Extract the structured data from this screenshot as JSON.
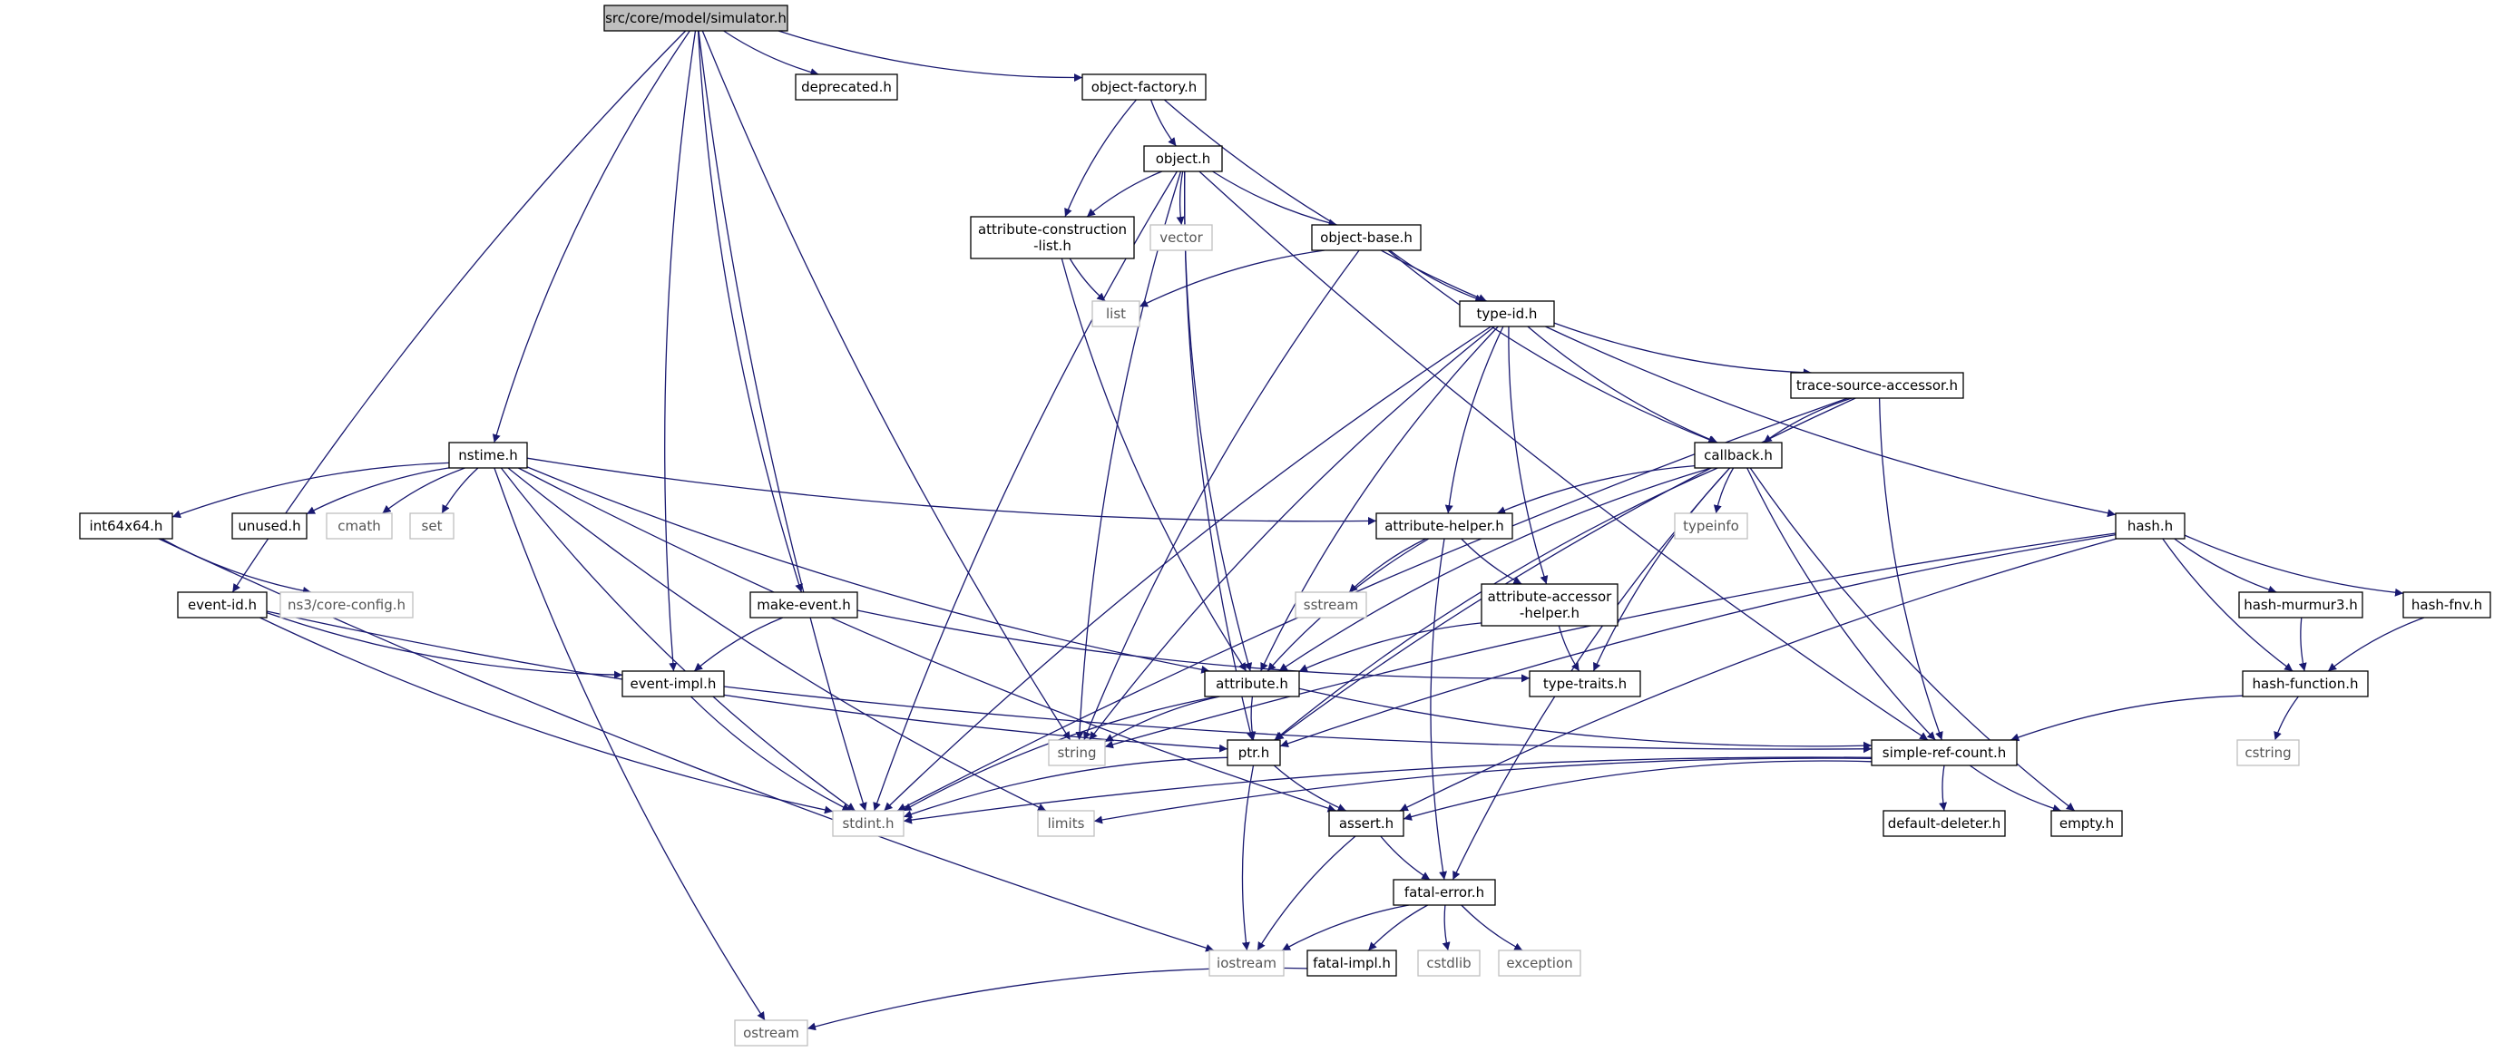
{
  "diagram": {
    "nodes": [
      {
        "id": "simulator",
        "label": "src/core/model/simulator.h",
        "kind": "root"
      },
      {
        "id": "deprecated",
        "label": "deprecated.h",
        "kind": "file"
      },
      {
        "id": "objectfactory",
        "label": "object-factory.h",
        "kind": "file"
      },
      {
        "id": "object",
        "label": "object.h",
        "kind": "file"
      },
      {
        "id": "attrconst",
        "label": "attribute-construction\n-list.h",
        "kind": "file"
      },
      {
        "id": "vector",
        "label": "vector",
        "kind": "std"
      },
      {
        "id": "objectbase",
        "label": "object-base.h",
        "kind": "file"
      },
      {
        "id": "list",
        "label": "list",
        "kind": "std"
      },
      {
        "id": "typeid",
        "label": "type-id.h",
        "kind": "file"
      },
      {
        "id": "tsa",
        "label": "trace-source-accessor.h",
        "kind": "file"
      },
      {
        "id": "nstime",
        "label": "nstime.h",
        "kind": "file"
      },
      {
        "id": "callback",
        "label": "callback.h",
        "kind": "file"
      },
      {
        "id": "hash",
        "label": "hash.h",
        "kind": "file"
      },
      {
        "id": "int64x64",
        "label": "int64x64.h",
        "kind": "file"
      },
      {
        "id": "unused",
        "label": "unused.h",
        "kind": "file"
      },
      {
        "id": "cmath",
        "label": "cmath",
        "kind": "std"
      },
      {
        "id": "set",
        "label": "set",
        "kind": "std"
      },
      {
        "id": "attrhelper",
        "label": "attribute-helper.h",
        "kind": "file"
      },
      {
        "id": "typeinfo",
        "label": "typeinfo",
        "kind": "std"
      },
      {
        "id": "eventid",
        "label": "event-id.h",
        "kind": "file"
      },
      {
        "id": "ns3config",
        "label": "ns3/core-config.h",
        "kind": "std"
      },
      {
        "id": "makeevent",
        "label": "make-event.h",
        "kind": "file"
      },
      {
        "id": "sstream",
        "label": "sstream",
        "kind": "std"
      },
      {
        "id": "attracc",
        "label": "attribute-accessor\n-helper.h",
        "kind": "file"
      },
      {
        "id": "hashmurmur",
        "label": "hash-murmur3.h",
        "kind": "file"
      },
      {
        "id": "hashfnv",
        "label": "hash-fnv.h",
        "kind": "file"
      },
      {
        "id": "eventimpl",
        "label": "event-impl.h",
        "kind": "file"
      },
      {
        "id": "attribute",
        "label": "attribute.h",
        "kind": "file"
      },
      {
        "id": "typetraits",
        "label": "type-traits.h",
        "kind": "file"
      },
      {
        "id": "hashfunc",
        "label": "hash-function.h",
        "kind": "file"
      },
      {
        "id": "string",
        "label": "string",
        "kind": "std"
      },
      {
        "id": "ptr",
        "label": "ptr.h",
        "kind": "file"
      },
      {
        "id": "srcount",
        "label": "simple-ref-count.h",
        "kind": "file"
      },
      {
        "id": "cstring",
        "label": "cstring",
        "kind": "std"
      },
      {
        "id": "stdint",
        "label": "stdint.h",
        "kind": "std"
      },
      {
        "id": "limits",
        "label": "limits",
        "kind": "std"
      },
      {
        "id": "assert",
        "label": "assert.h",
        "kind": "file"
      },
      {
        "id": "defdeleter",
        "label": "default-deleter.h",
        "kind": "file"
      },
      {
        "id": "empty",
        "label": "empty.h",
        "kind": "file"
      },
      {
        "id": "fatalerror",
        "label": "fatal-error.h",
        "kind": "file"
      },
      {
        "id": "iostream",
        "label": "iostream",
        "kind": "std"
      },
      {
        "id": "fatalimpl",
        "label": "fatal-impl.h",
        "kind": "file"
      },
      {
        "id": "cstdlib",
        "label": "cstdlib",
        "kind": "std"
      },
      {
        "id": "exception",
        "label": "exception",
        "kind": "std"
      },
      {
        "id": "ostream",
        "label": "ostream",
        "kind": "std"
      }
    ],
    "edges": [
      [
        "simulator",
        "deprecated"
      ],
      [
        "simulator",
        "objectfactory"
      ],
      [
        "simulator",
        "nstime"
      ],
      [
        "simulator",
        "eventid"
      ],
      [
        "simulator",
        "eventimpl"
      ],
      [
        "simulator",
        "makeevent"
      ],
      [
        "simulator",
        "string"
      ],
      [
        "simulator",
        "stdint"
      ],
      [
        "objectfactory",
        "object"
      ],
      [
        "objectfactory",
        "attrconst"
      ],
      [
        "objectfactory",
        "typeid"
      ],
      [
        "object",
        "attrconst"
      ],
      [
        "object",
        "vector"
      ],
      [
        "object",
        "objectbase"
      ],
      [
        "object",
        "attribute"
      ],
      [
        "object",
        "string"
      ],
      [
        "object",
        "stdint"
      ],
      [
        "object",
        "ptr"
      ],
      [
        "object",
        "srcount"
      ],
      [
        "attrconst",
        "list"
      ],
      [
        "attrconst",
        "attribute"
      ],
      [
        "objectbase",
        "list"
      ],
      [
        "objectbase",
        "typeid"
      ],
      [
        "objectbase",
        "callback"
      ],
      [
        "objectbase",
        "string"
      ],
      [
        "typeid",
        "tsa"
      ],
      [
        "typeid",
        "callback"
      ],
      [
        "typeid",
        "hash"
      ],
      [
        "typeid",
        "attrhelper"
      ],
      [
        "typeid",
        "attracc"
      ],
      [
        "typeid",
        "attribute"
      ],
      [
        "typeid",
        "string"
      ],
      [
        "typeid",
        "stdint"
      ],
      [
        "tsa",
        "callback"
      ],
      [
        "tsa",
        "srcount"
      ],
      [
        "tsa",
        "ptr"
      ],
      [
        "tsa",
        "stdint"
      ],
      [
        "nstime",
        "int64x64"
      ],
      [
        "nstime",
        "unused"
      ],
      [
        "nstime",
        "cmath"
      ],
      [
        "nstime",
        "set"
      ],
      [
        "nstime",
        "attrhelper"
      ],
      [
        "nstime",
        "attribute"
      ],
      [
        "nstime",
        "stdint"
      ],
      [
        "nstime",
        "limits"
      ],
      [
        "nstime",
        "assert"
      ],
      [
        "nstime",
        "ostream"
      ],
      [
        "callback",
        "attrhelper"
      ],
      [
        "callback",
        "typeinfo"
      ],
      [
        "callback",
        "typetraits"
      ],
      [
        "callback",
        "srcount"
      ],
      [
        "callback",
        "ptr"
      ],
      [
        "callback",
        "attribute"
      ],
      [
        "callback",
        "empty"
      ],
      [
        "callback",
        "fatalerror"
      ],
      [
        "hash",
        "hashmurmur"
      ],
      [
        "hash",
        "hashfnv"
      ],
      [
        "hash",
        "hashfunc"
      ],
      [
        "hash",
        "string"
      ],
      [
        "hash",
        "assert"
      ],
      [
        "hash",
        "ptr"
      ],
      [
        "int64x64",
        "ns3config"
      ],
      [
        "int64x64",
        "iostream"
      ],
      [
        "attrhelper",
        "sstream"
      ],
      [
        "attrhelper",
        "attracc"
      ],
      [
        "attrhelper",
        "attribute"
      ],
      [
        "attrhelper",
        "fatalerror"
      ],
      [
        "eventid",
        "eventimpl"
      ],
      [
        "eventid",
        "ptr"
      ],
      [
        "eventid",
        "stdint"
      ],
      [
        "makeevent",
        "eventimpl"
      ],
      [
        "makeevent",
        "typetraits"
      ],
      [
        "attracc",
        "attribute"
      ],
      [
        "attracc",
        "typetraits"
      ],
      [
        "hashmurmur",
        "hashfunc"
      ],
      [
        "hashfnv",
        "hashfunc"
      ],
      [
        "hashfunc",
        "cstring"
      ],
      [
        "hashfunc",
        "srcount"
      ],
      [
        "eventimpl",
        "srcount"
      ],
      [
        "eventimpl",
        "stdint"
      ],
      [
        "attribute",
        "string"
      ],
      [
        "attribute",
        "ptr"
      ],
      [
        "attribute",
        "srcount"
      ],
      [
        "attribute",
        "stdint"
      ],
      [
        "ptr",
        "assert"
      ],
      [
        "ptr",
        "iostream"
      ],
      [
        "ptr",
        "stdint"
      ],
      [
        "srcount",
        "assert"
      ],
      [
        "srcount",
        "defdeleter"
      ],
      [
        "srcount",
        "empty"
      ],
      [
        "srcount",
        "stdint"
      ],
      [
        "srcount",
        "limits"
      ],
      [
        "assert",
        "fatalerror"
      ],
      [
        "assert",
        "iostream"
      ],
      [
        "fatalerror",
        "fatalimpl"
      ],
      [
        "fatalerror",
        "iostream"
      ],
      [
        "fatalerror",
        "cstdlib"
      ],
      [
        "fatalerror",
        "exception"
      ],
      [
        "fatalimpl",
        "ostream"
      ]
    ],
    "colors": {
      "edge": "#191970",
      "file_border": "#000000",
      "std_border": "#bfbfbf",
      "std_text": "#555555",
      "root_fill": "#bfbfbf"
    }
  }
}
